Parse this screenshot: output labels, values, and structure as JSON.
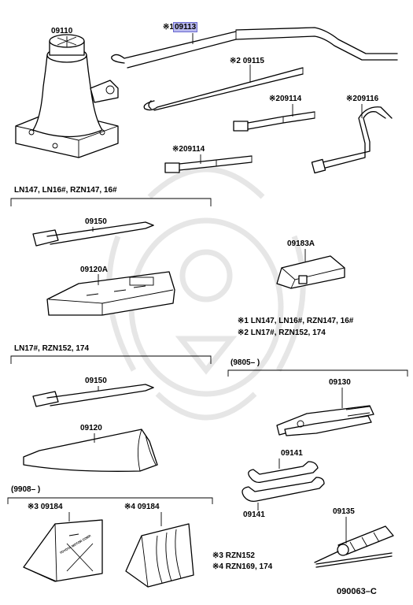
{
  "labels": {
    "jack": "09110",
    "handle_highlight_prefix": "※1",
    "handle_highlight": "09113",
    "ext_bar_top": "※2 09115",
    "ext_bar_mid": "※209114",
    "crank": "※209116",
    "ext_bar_low": "※209114",
    "wrench_a": "09150",
    "tray_a": "09120A",
    "bracket": "09183A",
    "wrench_b": "09150",
    "bag": "09120",
    "pliers": "09130",
    "spanner_top": "09141",
    "spanner_bottom": "09141",
    "chock_l": "※3 09184",
    "chock_r": "※4 09184",
    "screwdriver": "09135",
    "diagram_id": "090063–C"
  },
  "groups": {
    "ln147": "LN147, LN16#, RZN147, 16#",
    "ln17": "LN17#, RZN152, 174",
    "date_9805": "(9805–        )",
    "date_9908": "(9908–        )"
  },
  "notes": {
    "n1": "※1 LN147, LN16#, RZN147, 16#",
    "n2": "※2 LN17#, RZN152, 174",
    "n3": "※3  RZN152",
    "n4": "※4  RZN169, 174"
  },
  "chock_text": "TOYOTA MOTOR CORP."
}
